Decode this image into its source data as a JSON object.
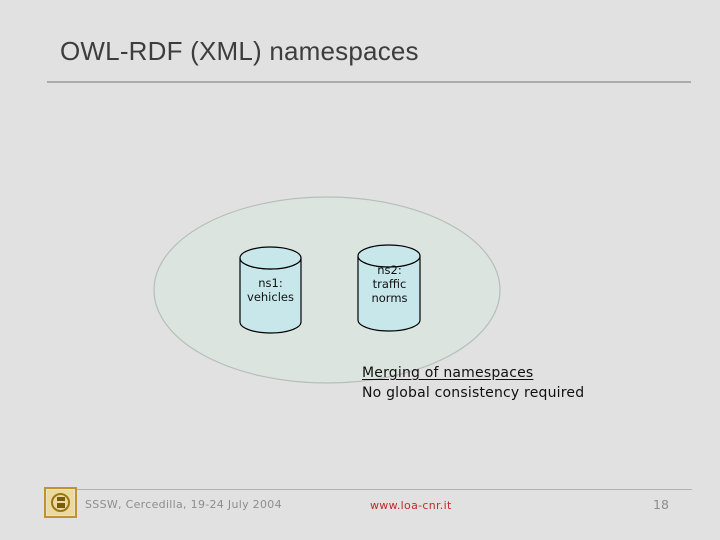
{
  "slide": {
    "title": "OWL-RDF (XML) namespaces",
    "page_number": "18"
  },
  "diagram": {
    "ellipse_name": "namespace-merge-area",
    "cylinders": [
      {
        "label_lines": [
          "ns1:",
          "vehicles"
        ]
      },
      {
        "label_lines": [
          "ns2:",
          "traffic",
          "norms"
        ]
      }
    ],
    "caption_line1": "Merging of namespaces",
    "caption_line2": "No global consistency required"
  },
  "footer": {
    "event": "SSSW, Cercedilla, 19-24 July 2004",
    "link": "www.loa-cnr.it",
    "logo": "loa-cnr-emblem"
  },
  "colors": {
    "background": "#e2e1e1",
    "title_text": "#3d3d3d",
    "ellipse_fill": "#dce4e0",
    "ellipse_stroke": "#b6beba",
    "cylinder_fill": "#c7e7ea",
    "cylinder_stroke": "#000000",
    "caption_text": "#101010",
    "footer_text": "#8d8d8d",
    "link_red": "#c02b2b",
    "logo_gold": "#c3922f"
  }
}
